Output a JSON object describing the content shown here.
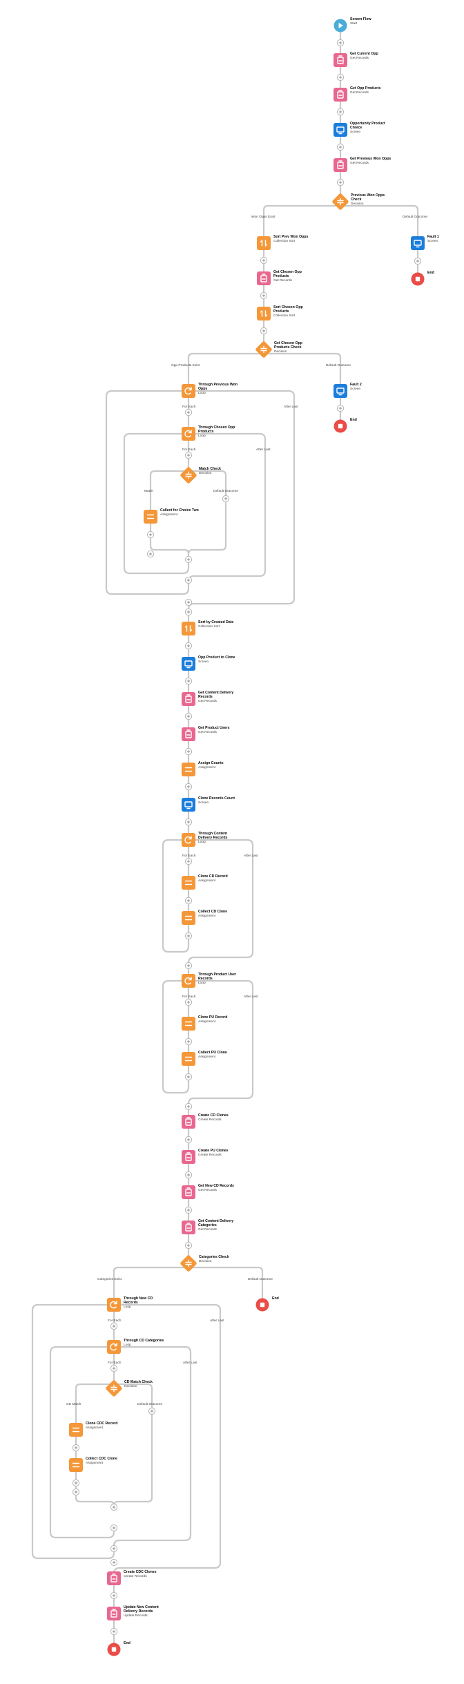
{
  "colors": {
    "start": "#4bacd8",
    "records": "#e8678f",
    "screen": "#1b7ddc",
    "decision": "#f49738",
    "assignment": "#f49738",
    "loop": "#f49738",
    "sort": "#f49738",
    "end": "#ea4c47",
    "connector": "#c9c9c9"
  },
  "nodes": [
    {
      "id": "start",
      "kind": "start",
      "icon": "play-icon",
      "title": "Screen Flow",
      "sub": "Start"
    },
    {
      "id": "n1",
      "kind": "records",
      "icon": "records-icon",
      "title": "Get Current Opp",
      "sub": "Get Records"
    },
    {
      "id": "n2",
      "kind": "records",
      "icon": "records-icon",
      "title": "Get Opp Products",
      "sub": "Get Records"
    },
    {
      "id": "n3",
      "kind": "screen",
      "icon": "screen-icon",
      "title": "Opportunity Product Choice",
      "sub": "Screen"
    },
    {
      "id": "n4",
      "kind": "records",
      "icon": "records-icon",
      "title": "Get Previous Won Opps",
      "sub": "Get Records"
    },
    {
      "id": "d1",
      "kind": "decision",
      "icon": "decision-icon",
      "title": "Previous Won Opps Check",
      "sub": "Decision"
    },
    {
      "id": "n5",
      "kind": "sort",
      "icon": "sort-icon",
      "title": "Sort Prev Won Opps",
      "sub": "Collection Sort"
    },
    {
      "id": "n6",
      "kind": "records",
      "icon": "records-icon",
      "title": "Get Chosen Opp Products",
      "sub": "Get Records"
    },
    {
      "id": "n7",
      "kind": "sort",
      "icon": "sort-icon",
      "title": "Sort Chosen Opp Products",
      "sub": "Collection Sort"
    },
    {
      "id": "f1",
      "kind": "screen",
      "icon": "screen-icon",
      "title": "Fault 1",
      "sub": "Screen"
    },
    {
      "id": "e1",
      "kind": "end",
      "icon": "stop-icon",
      "title": "End",
      "sub": ""
    },
    {
      "id": "d2",
      "kind": "decision",
      "icon": "decision-icon",
      "title": "Get Chosen Opp Products Check",
      "sub": "Decision"
    },
    {
      "id": "l1",
      "kind": "loop",
      "icon": "loop-icon",
      "title": "Through Previous Won Opps",
      "sub": "Loop"
    },
    {
      "id": "f2",
      "kind": "screen",
      "icon": "screen-icon",
      "title": "Fault 2",
      "sub": "Screen"
    },
    {
      "id": "e2",
      "kind": "end",
      "icon": "stop-icon",
      "title": "End",
      "sub": ""
    },
    {
      "id": "l2",
      "kind": "loop",
      "icon": "loop-icon",
      "title": "Through Chosen Opp Products",
      "sub": "Loop"
    },
    {
      "id": "d3",
      "kind": "decision",
      "icon": "decision-icon",
      "title": "Match Check",
      "sub": "Decision"
    },
    {
      "id": "a1",
      "kind": "assignment",
      "icon": "assignment-icon",
      "title": "Collect for Choice Two",
      "sub": "Assignment"
    },
    {
      "id": "n8",
      "kind": "sort",
      "icon": "sort-icon",
      "title": "Sort by Created Date",
      "sub": "Collection Sort"
    },
    {
      "id": "n9",
      "kind": "screen",
      "icon": "screen-icon",
      "title": "Opp Product to Clone",
      "sub": "Screen"
    },
    {
      "id": "n10",
      "kind": "records",
      "icon": "records-icon",
      "title": "Get Content Delivery Records",
      "sub": "Get Records"
    },
    {
      "id": "n11",
      "kind": "records",
      "icon": "records-icon",
      "title": "Get Product Users",
      "sub": "Get Records"
    },
    {
      "id": "n12",
      "kind": "assignment",
      "icon": "assignment-icon",
      "title": "Assign Counts",
      "sub": "Assignment"
    },
    {
      "id": "n13",
      "kind": "screen",
      "icon": "screen-icon",
      "title": "Clone Records Count",
      "sub": "Screen"
    },
    {
      "id": "l3",
      "kind": "loop",
      "icon": "loop-icon",
      "title": "Through Content Delivery Records",
      "sub": "Loop"
    },
    {
      "id": "a2",
      "kind": "assignment",
      "icon": "assignment-icon",
      "title": "Clone CD Record",
      "sub": "Assignment"
    },
    {
      "id": "a3",
      "kind": "assignment",
      "icon": "assignment-icon",
      "title": "Collect CD Clone",
      "sub": "Assignment"
    },
    {
      "id": "l4",
      "kind": "loop",
      "icon": "loop-icon",
      "title": "Through Product User Records",
      "sub": "Loop"
    },
    {
      "id": "a4",
      "kind": "assignment",
      "icon": "assignment-icon",
      "title": "Clone PU Record",
      "sub": "Assignment"
    },
    {
      "id": "a5",
      "kind": "assignment",
      "icon": "assignment-icon",
      "title": "Collect PU Clone",
      "sub": "Assignment"
    },
    {
      "id": "n14",
      "kind": "records",
      "icon": "records-icon",
      "title": "Create CD Clones",
      "sub": "Create Records"
    },
    {
      "id": "n15",
      "kind": "records",
      "icon": "records-icon",
      "title": "Create PU Clones",
      "sub": "Create Records"
    },
    {
      "id": "n16",
      "kind": "records",
      "icon": "records-icon",
      "title": "Get New CD Records",
      "sub": "Get Records"
    },
    {
      "id": "n17",
      "kind": "records",
      "icon": "records-icon",
      "title": "Get Content Delivery Categories",
      "sub": "Get Records"
    },
    {
      "id": "d4",
      "kind": "decision",
      "icon": "decision-icon",
      "title": "Categories Check",
      "sub": "Decision"
    },
    {
      "id": "l5",
      "kind": "loop",
      "icon": "loop-icon",
      "title": "Through New CD Records",
      "sub": "Loop"
    },
    {
      "id": "e3",
      "kind": "end",
      "icon": "stop-icon",
      "title": "End",
      "sub": ""
    },
    {
      "id": "l6",
      "kind": "loop",
      "icon": "loop-icon",
      "title": "Through CD Categories",
      "sub": "Loop"
    },
    {
      "id": "d5",
      "kind": "decision",
      "icon": "decision-icon",
      "title": "CD Match Check",
      "sub": "Decision"
    },
    {
      "id": "a6",
      "kind": "assignment",
      "icon": "assignment-icon",
      "title": "Clone CDC Record",
      "sub": "Assignment"
    },
    {
      "id": "a7",
      "kind": "assignment",
      "icon": "assignment-icon",
      "title": "Collect CDC Clone",
      "sub": "Assignment"
    },
    {
      "id": "n18",
      "kind": "records",
      "icon": "records-icon",
      "title": "Create CDC Clones",
      "sub": "Create Records"
    },
    {
      "id": "n19",
      "kind": "records",
      "icon": "records-icon",
      "title": "Update New Content Delivery Records",
      "sub": "Update Records"
    },
    {
      "id": "e4",
      "kind": "end",
      "icon": "stop-icon",
      "title": "End",
      "sub": ""
    }
  ],
  "path_labels": [
    {
      "id": "p1",
      "text": "Won Opps Exist"
    },
    {
      "id": "p2",
      "text": "Default Outcome"
    },
    {
      "id": "p3",
      "text": "Opp Products Exist"
    },
    {
      "id": "p4",
      "text": "Default Outcome"
    },
    {
      "id": "p5",
      "text": "For Each"
    },
    {
      "id": "p6",
      "text": "After Last"
    },
    {
      "id": "p7",
      "text": "For Each"
    },
    {
      "id": "p8",
      "text": "After Last"
    },
    {
      "id": "p9",
      "text": "Match"
    },
    {
      "id": "p10",
      "text": "Default Outcome"
    },
    {
      "id": "p11",
      "text": "For Each"
    },
    {
      "id": "p12",
      "text": "After Last"
    },
    {
      "id": "p13",
      "text": "For Each"
    },
    {
      "id": "p14",
      "text": "After Last"
    },
    {
      "id": "p15",
      "text": "Categories Exist"
    },
    {
      "id": "p16",
      "text": "Default Outcome"
    },
    {
      "id": "p17",
      "text": "For Each"
    },
    {
      "id": "p18",
      "text": "After Last"
    },
    {
      "id": "p19",
      "text": "For Each"
    },
    {
      "id": "p20",
      "text": "After Last"
    },
    {
      "id": "p21",
      "text": "CD Match"
    },
    {
      "id": "p22",
      "text": "Default Outcome"
    }
  ]
}
